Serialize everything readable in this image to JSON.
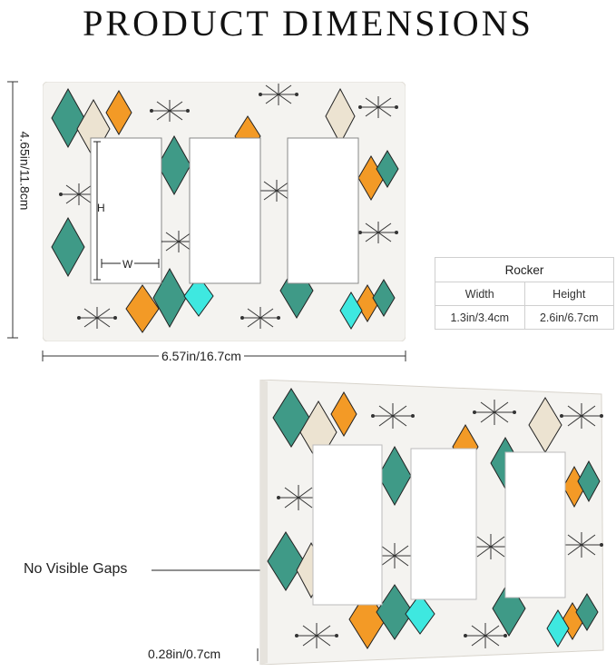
{
  "title": "PRODUCT DIMENSIONS",
  "dimensions": {
    "height": "4.65in/11.8cm",
    "width": "6.57in/16.7cm",
    "thickness": "0.28in/0.7cm"
  },
  "front_view": {
    "h_label": "H",
    "w_label": "W"
  },
  "spec_table": {
    "header": "Rocker",
    "col_width": "Width",
    "col_height": "Height",
    "width_value": "1.3in/3.4cm",
    "height_value": "2.6in/6.7cm"
  },
  "callout": "No Visible Gaps",
  "colors": {
    "teal": "#3f9a87",
    "orange": "#f39a26",
    "beige": "#ece3d1",
    "cyan": "#3ee8e0",
    "plate": "#f4f3f0"
  }
}
